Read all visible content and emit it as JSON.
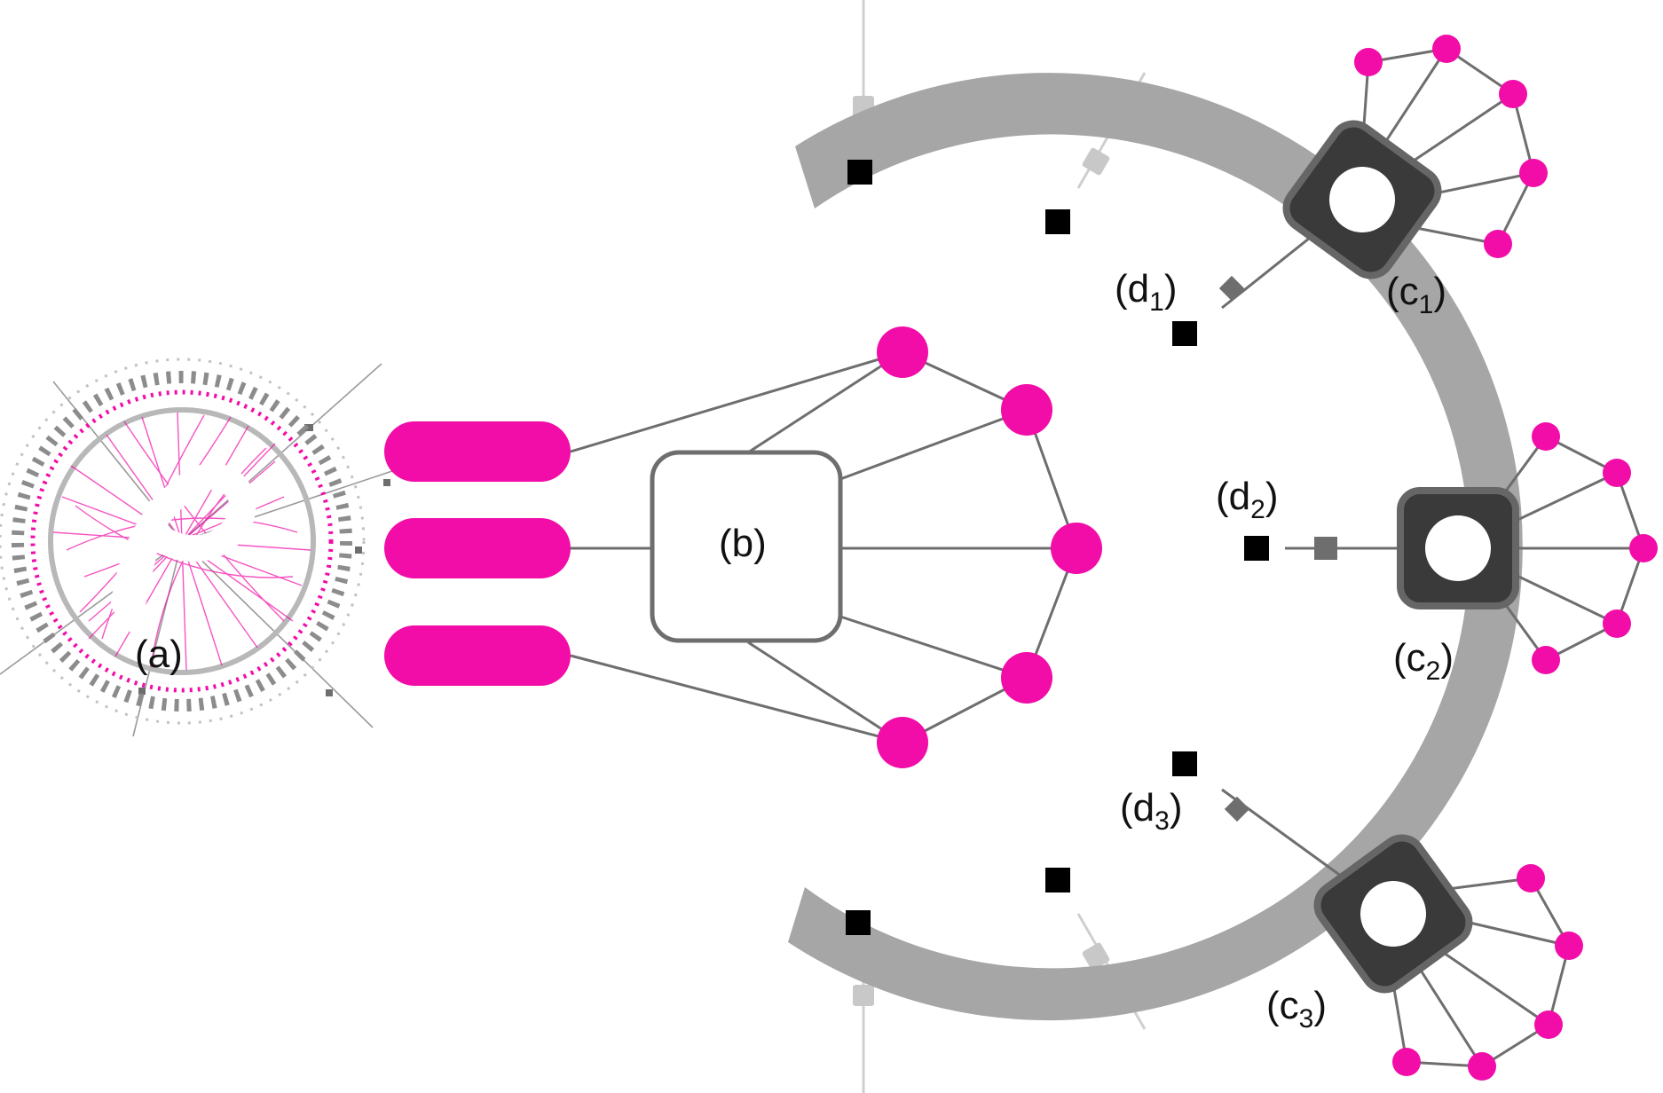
{
  "labels": {
    "a": "(a)",
    "b": "(b)",
    "c1": {
      "main": "(c",
      "sub": "1",
      "close": ")"
    },
    "c2": {
      "main": "(c",
      "sub": "2",
      "close": ")"
    },
    "c3": {
      "main": "(c",
      "sub": "3",
      "close": ")"
    },
    "d1": {
      "main": "(d",
      "sub": "1",
      "close": ")"
    },
    "d2": {
      "main": "(d",
      "sub": "2",
      "close": ")"
    },
    "d3": {
      "main": "(d",
      "sub": "3",
      "close": ")"
    }
  },
  "icons": {
    "network_logo": "polkadot-style-p-logo",
    "relay_arc": "gray-semicircle-band",
    "parachain": "dark-rounded-square-with-hole"
  },
  "colors": {
    "magenta": "#f20ca8",
    "arc_gray": "#a6a6a6",
    "edge_gray": "#6e6e6e",
    "light_gray": "#c8c8c8",
    "dark_node": "#3a3a3a",
    "black": "#000000"
  }
}
